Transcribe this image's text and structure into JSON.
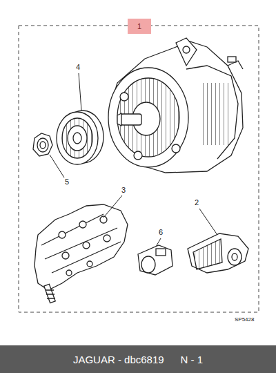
{
  "diagram": {
    "nodes": [
      {
        "text": [
          "1"
        ]
      },
      {
        "text": [
          "JAGUAR - dbc6819",
          "N - 1"
        ]
      }
    ],
    "labels": [
      "4",
      "5",
      "3",
      "6",
      "2",
      "SP5428"
    ]
  }
}
